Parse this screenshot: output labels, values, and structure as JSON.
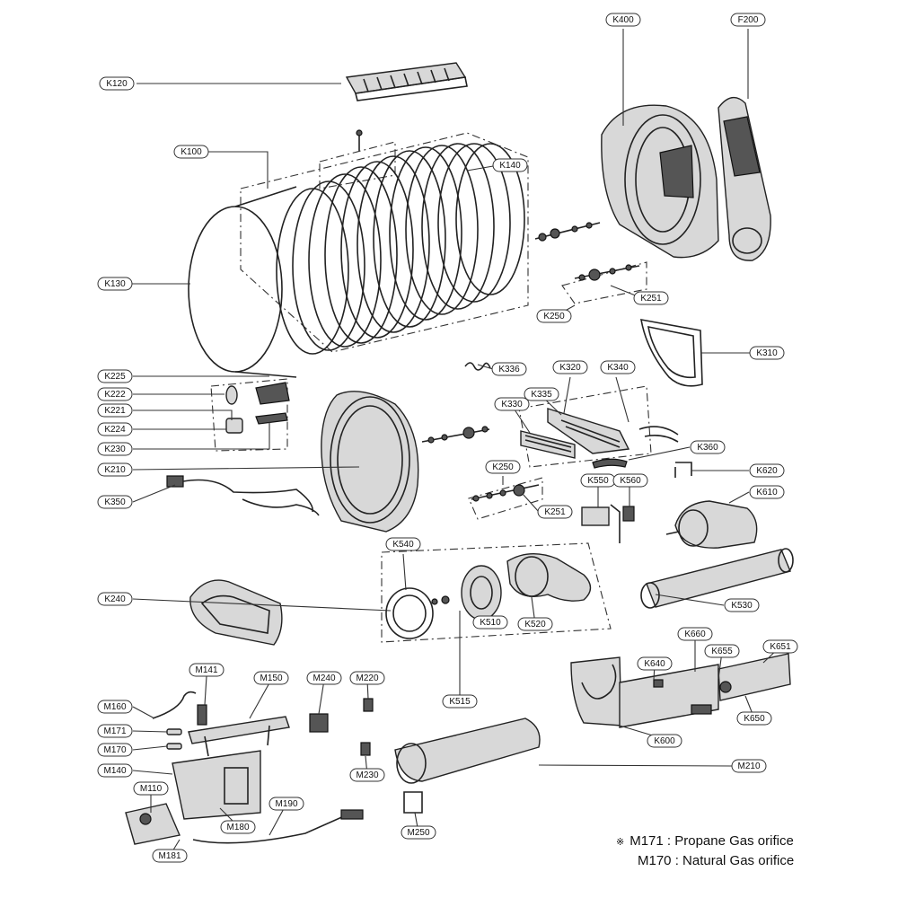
{
  "diagram": {
    "labels": {
      "K400": "K400",
      "F200": "F200",
      "K120": "K120",
      "K100": "K100",
      "K140": "K140",
      "K130": "K130",
      "K251a": "K251",
      "K250a": "K250",
      "K310": "K310",
      "K225": "K225",
      "K336": "K336",
      "K320": "K320",
      "K340": "K340",
      "K222": "K222",
      "K221": "K221",
      "K330": "K330",
      "K335": "K335",
      "K224": "K224",
      "K230": "K230",
      "K360": "K360",
      "K210": "K210",
      "K250b": "K250",
      "K620": "K620",
      "K550": "K550",
      "K560": "K560",
      "K610": "K610",
      "K350": "K350",
      "K251b": "K251",
      "K540": "K540",
      "K240": "K240",
      "K530": "K530",
      "K510": "K510",
      "K520": "K520",
      "K660": "K660",
      "K655": "K655",
      "K651": "K651",
      "K640": "K640",
      "M141": "M141",
      "M150": "M150",
      "M240": "M240",
      "M220": "M220",
      "M160": "M160",
      "K515": "K515",
      "K650": "K650",
      "M171": "M171",
      "K600": "K600",
      "M170": "M170",
      "M140": "M140",
      "M210": "M210",
      "M230": "M230",
      "M110": "M110",
      "M190": "M190",
      "M180": "M180",
      "M250": "M250",
      "M181": "M181"
    }
  },
  "notes": {
    "symbol": "※",
    "line1": "M171 : Propane Gas orifice",
    "line2": "M170 : Natural Gas orifice"
  }
}
